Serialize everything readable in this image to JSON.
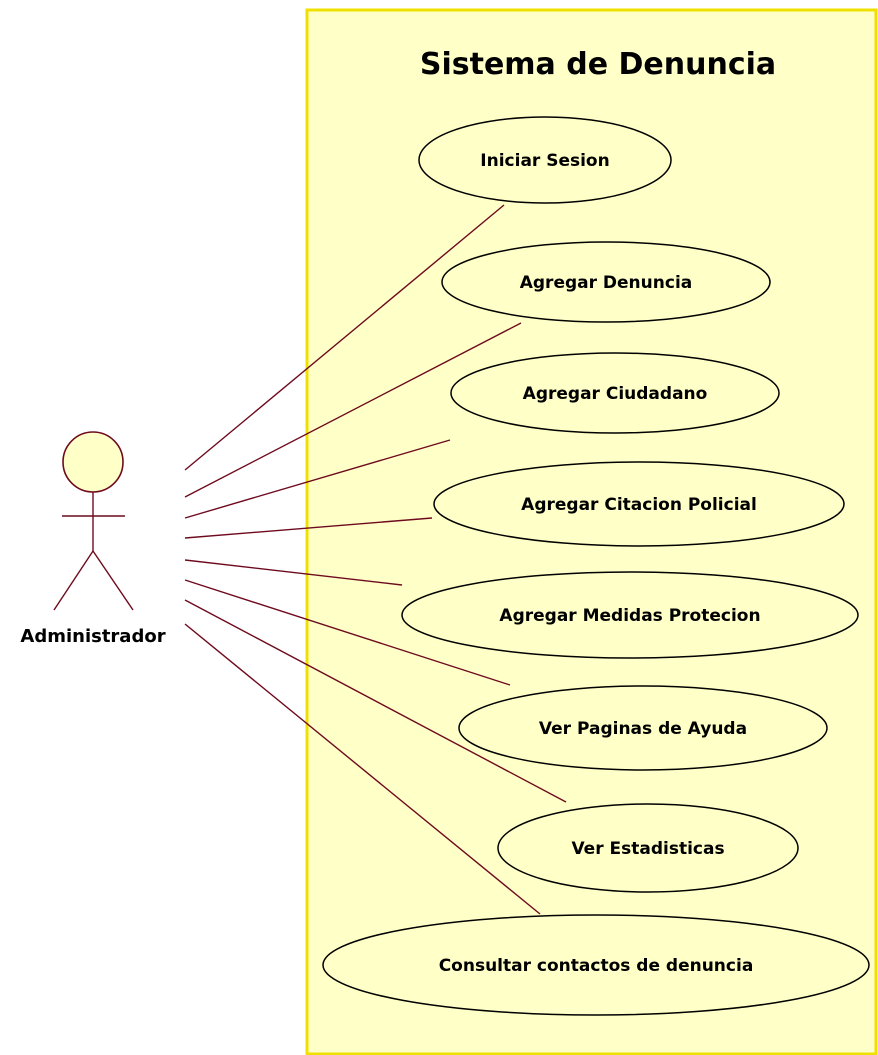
{
  "system": {
    "title": "Sistema de Denuncia"
  },
  "actor": {
    "name": "Administrador"
  },
  "use_cases": [
    {
      "id": "iniciar-sesion",
      "label": "Iniciar Sesion"
    },
    {
      "id": "agregar-denuncia",
      "label": "Agregar Denuncia"
    },
    {
      "id": "agregar-ciudadano",
      "label": "Agregar Ciudadano"
    },
    {
      "id": "agregar-citacion-policial",
      "label": "Agregar Citacion Policial"
    },
    {
      "id": "agregar-medidas-protecion",
      "label": "Agregar Medidas Protecion"
    },
    {
      "id": "ver-paginas-de-ayuda",
      "label": "Ver Paginas de Ayuda"
    },
    {
      "id": "ver-estadisticas",
      "label": "Ver Estadisticas"
    },
    {
      "id": "consultar-contactos-de-denuncia",
      "label": "Consultar contactos de denuncia"
    }
  ],
  "colors": {
    "boundary_fill": "#ffffc8",
    "boundary_stroke": "#f0e000",
    "association_line": "#6e0a1e"
  }
}
